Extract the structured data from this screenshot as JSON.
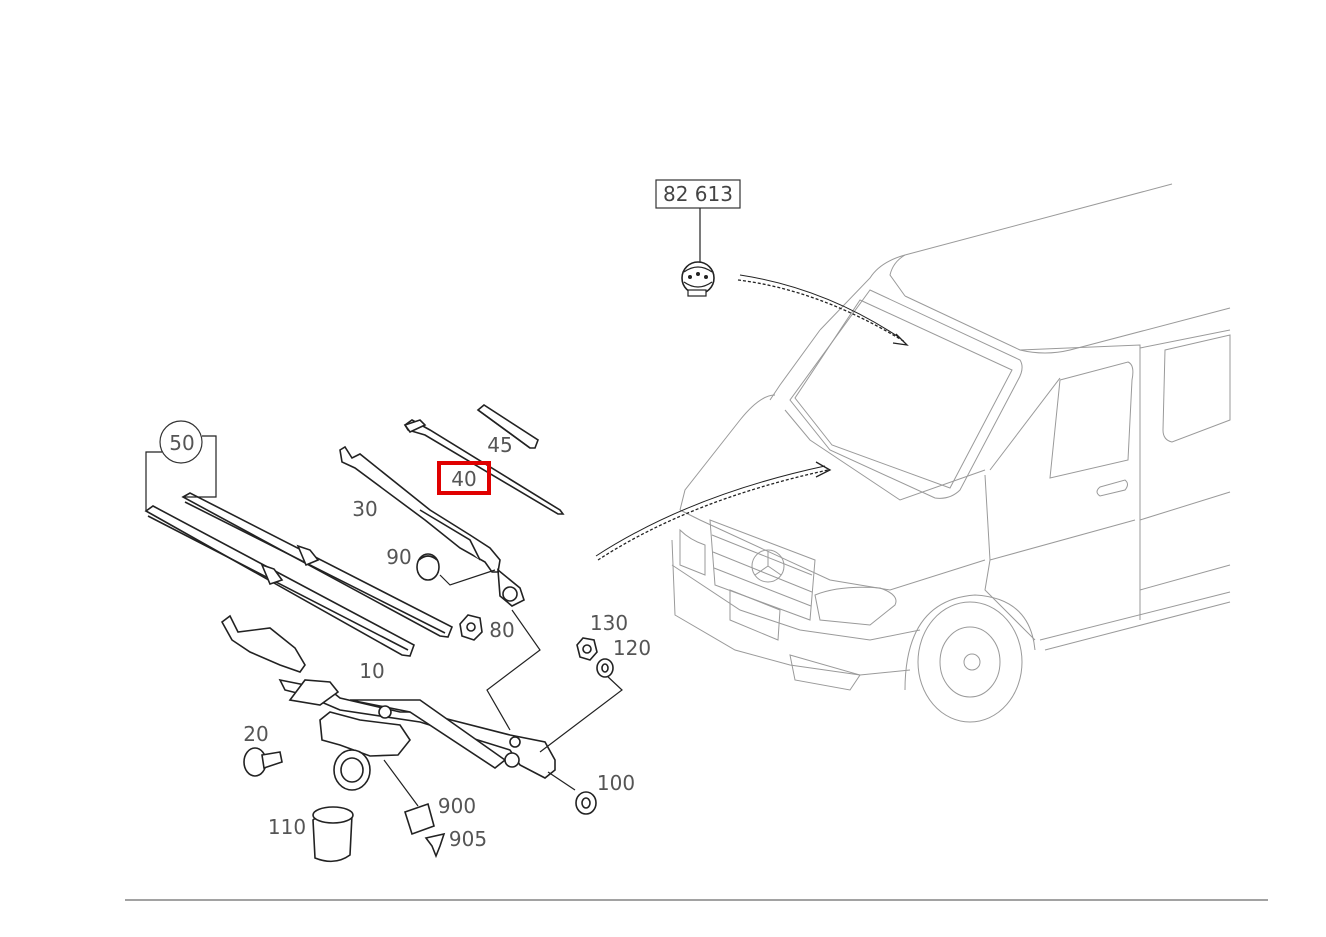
{
  "diagram": {
    "highlight_color": "#e00000",
    "callouts": [
      {
        "id": "p10",
        "label": "10"
      },
      {
        "id": "p20",
        "label": "20"
      },
      {
        "id": "p30",
        "label": "30"
      },
      {
        "id": "p40",
        "label": "40",
        "highlighted": true
      },
      {
        "id": "p45",
        "label": "45"
      },
      {
        "id": "p50",
        "label": "50"
      },
      {
        "id": "p80",
        "label": "80"
      },
      {
        "id": "p90",
        "label": "90"
      },
      {
        "id": "p100",
        "label": "100"
      },
      {
        "id": "p110",
        "label": "110"
      },
      {
        "id": "p120",
        "label": "120"
      },
      {
        "id": "p130",
        "label": "130"
      },
      {
        "id": "p900",
        "label": "900"
      },
      {
        "id": "p905",
        "label": "905"
      }
    ],
    "reference_box": {
      "label": "82 613"
    }
  }
}
